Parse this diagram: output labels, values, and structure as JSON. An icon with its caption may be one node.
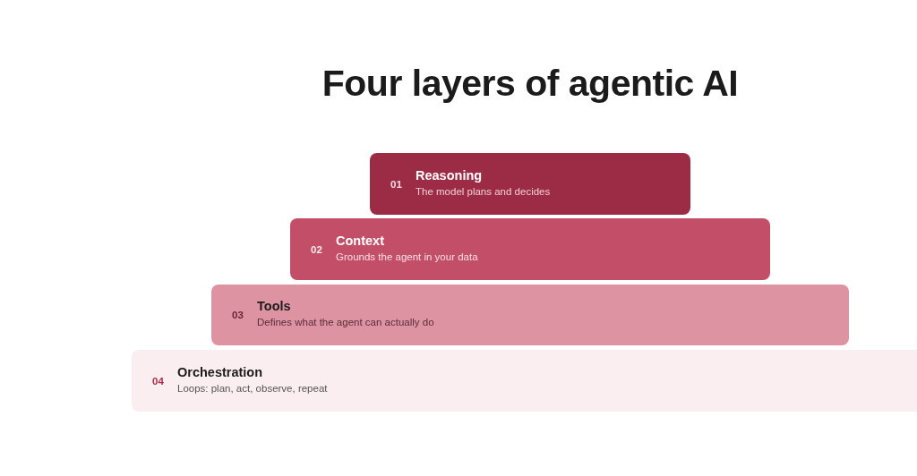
{
  "diagram": {
    "title": "Four layers of agentic AI",
    "nodes": [
      {
        "text": [
          "01",
          "Reasoning",
          "The model plans and decides"
        ]
      },
      {
        "text": [
          "02",
          "Context",
          "Grounds the agent in your data"
        ]
      },
      {
        "text": [
          "03",
          "Tools",
          "Defines what the agent can actually do"
        ]
      },
      {
        "text": [
          "04",
          "Orchestration",
          "Loops: plan, act, observe, repeat"
        ]
      }
    ]
  }
}
